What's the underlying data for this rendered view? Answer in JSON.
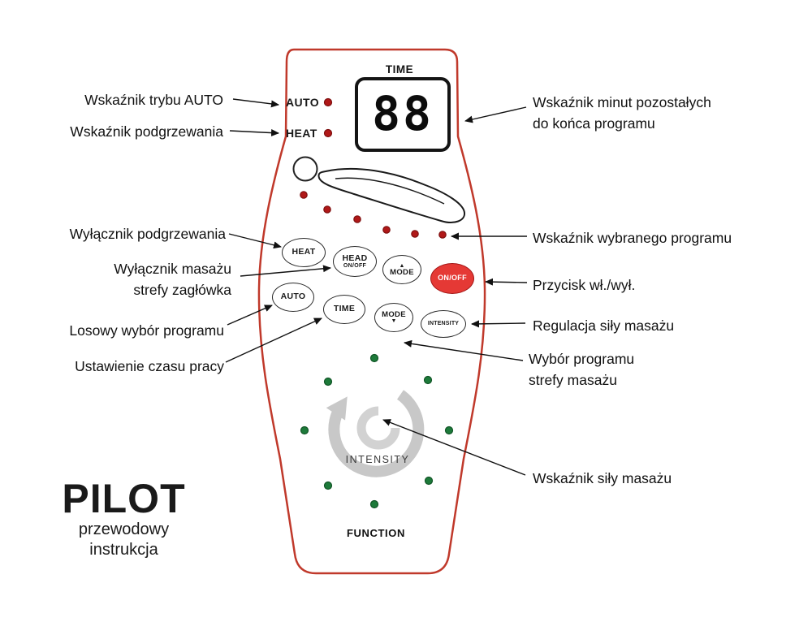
{
  "colors": {
    "remote_outline": "#c0392b",
    "power_button": "#e53935",
    "program_dot": "#b01818",
    "intensity_dot": "#1d7a3a",
    "swirl": "#c8c8c8"
  },
  "pilot": {
    "title": "PILOT",
    "subtitle1": "przewodowy",
    "subtitle2": "instrukcja"
  },
  "remote": {
    "display_label": "TIME",
    "display_value": "88",
    "auto_indicator": "AUTO",
    "heat_indicator": "HEAT",
    "buttons": {
      "heat": "HEAT",
      "head_line1": "HEAD",
      "head_line2": "ON/OFF",
      "mode_up": "MODE",
      "mode_up_icon": "▲",
      "power": "ON/OFF",
      "auto": "AUTO",
      "time": "TIME",
      "mode_down": "MODE",
      "mode_down_icon": "▼",
      "intensity": "INTENSITY"
    },
    "intensity_graphic_label": "INTENSITY",
    "function_label": "FUNCTION"
  },
  "callouts_left": {
    "auto_indicator": "Wskaźnik trybu AUTO",
    "heat_indicator": "Wskaźnik podgrzewania",
    "heat_switch": "Wyłącznik podgrzewania",
    "head_massage_line1": "Wyłącznik masażu",
    "head_massage_line2": "strefy zagłówka",
    "random_program": "Losowy wybór programu",
    "time_setting": "Ustawienie czasu pracy"
  },
  "callouts_right": {
    "minutes_line1": "Wskaźnik minut pozostałych",
    "minutes_line2": "do końca programu",
    "selected_program": "Wskaźnik wybranego programu",
    "power": "Przycisk wł./wył.",
    "intensity_control": "Regulacja siły masażu",
    "zone_program_line1": "Wybór programu",
    "zone_program_line2": "strefy masażu",
    "intensity_indicator": "Wskaźnik siły masażu"
  }
}
